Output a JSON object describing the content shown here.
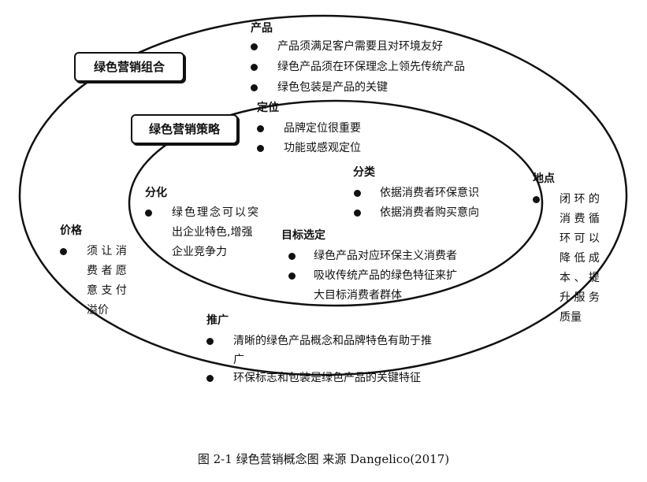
{
  "diagram": {
    "outer_label": "绿色营销组合",
    "inner_label": "绿色营销策略",
    "product": {
      "title": "产品",
      "items": [
        "产品须满足客户需要且对环境友好",
        "绿色产品须在环保理念上领先传统产品",
        "绿色包装是产品的关键"
      ]
    },
    "positioning": {
      "title": "定位",
      "items": [
        "品牌定位很重要",
        "功能或感观定位"
      ]
    },
    "classification": {
      "title": "分类",
      "items": [
        "依据消费者环保意识",
        "依据消费者购买意向"
      ]
    },
    "differentiation": {
      "title": "分化",
      "lines": [
        "绿色理念可以突",
        "出企业特色,增强",
        "企业竞争力"
      ]
    },
    "targeting": {
      "title": "目标选定",
      "items": [
        "绿色产品对应环保主义消费者"
      ],
      "item2_lines": [
        "吸收传统产品的绿色特征来扩",
        "大目标消费者群体"
      ]
    },
    "price": {
      "title": "价格",
      "lines": [
        "须 让 消",
        "费 者 愿",
        "意 支 付",
        "溢价"
      ]
    },
    "place": {
      "title": "地点",
      "lines": [
        "闭 环 的",
        "消 费 循",
        "环 可 以",
        "降 低 成",
        "本 、 提",
        "升 服 务",
        "质量"
      ]
    },
    "promotion": {
      "title": "推广",
      "item1_lines": [
        "清晰的绿色产品概念和品牌特色有助于推",
        "广"
      ],
      "item2": "环保标志和包装是绿色产品的关键特征"
    }
  },
  "caption": "图 2-1 绿色营销概念图 来源 Dangelico(2017)"
}
